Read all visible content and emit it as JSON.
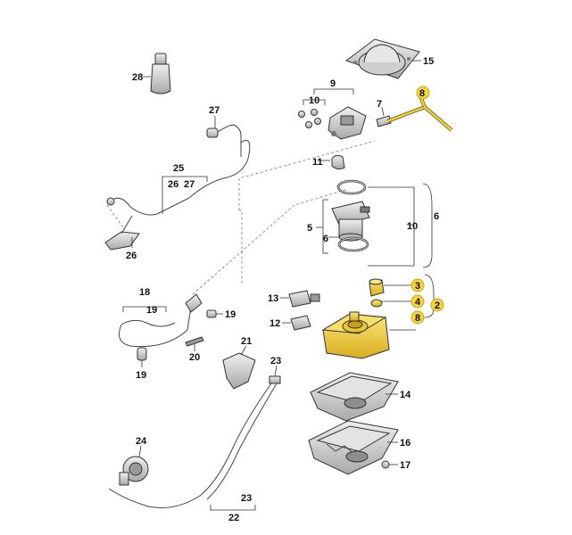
{
  "colors": {
    "highlight": "#f5d33c",
    "highlight_dark": "#c9a51f",
    "part_fill": "#d8d8d8",
    "part_dark": "#8e8e8e",
    "leader": "#333333",
    "dashed_link": "#888888"
  },
  "labels": {
    "p2": "2",
    "p3": "3",
    "p4": "4",
    "p5": "5",
    "p6a": "6",
    "p6b": "6",
    "p7": "7",
    "p8a": "8",
    "p8b": "8",
    "p9": "9",
    "p10a": "10",
    "p10b": "10",
    "p11": "11",
    "p12": "12",
    "p13": "13",
    "p14": "14",
    "p15": "15",
    "p16": "16",
    "p17": "17",
    "p18": "18",
    "p19a": "19",
    "p19b": "19",
    "p19c": "19",
    "p20": "20",
    "p21": "21",
    "p22": "22",
    "p23a": "23",
    "p23b": "23",
    "p24": "24",
    "p25": "25",
    "p26a": "26",
    "p26b": "26",
    "p27a": "27",
    "p27b": "27",
    "p28": "28"
  },
  "highlighted_parts": [
    "2",
    "3",
    "4",
    "8"
  ]
}
